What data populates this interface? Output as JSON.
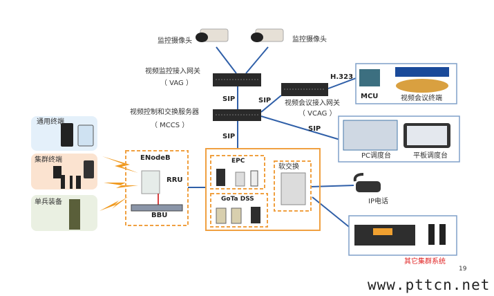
{
  "colors": {
    "link": "#2f5fa8",
    "orange": "#f0a040",
    "panel_border": "#7f9fc8",
    "alert": "#e02020"
  },
  "cameras": [
    {
      "label": "监控摄像头"
    },
    {
      "label": "监控摄像头"
    }
  ],
  "vag": {
    "label": "视频监控接入网关",
    "abbr": "（ VAG ）"
  },
  "mccs": {
    "label": "视频控制和交换服务器",
    "abbr": "（ MCCS ）"
  },
  "vcag": {
    "label": "视频会议接入网关",
    "abbr": "（ VCAG ）"
  },
  "protocols": {
    "sip1": "SIP",
    "sip2": "SIP",
    "sip3": "SIP",
    "sip4": "SIP",
    "h323": "H.323"
  },
  "conference": {
    "mcu": "MCU",
    "terminal": "视频会议终端"
  },
  "dispatch": {
    "pc": "PC调度台",
    "tablet": "平板调度台"
  },
  "terminals": [
    {
      "label": "通用终端"
    },
    {
      "label": "集群终端"
    },
    {
      "label": "单兵装备"
    }
  ],
  "enodeb": {
    "title": "ENodeB",
    "rru": "RRU",
    "bbu": "BBU"
  },
  "core": {
    "epc": "EPC",
    "gota": "GoTa DSS",
    "softswitch": "软交换"
  },
  "ip_phone": "IP电话",
  "other_trunk": "其它集群系统",
  "page_number": "19",
  "watermark": "www.pttcn.net"
}
